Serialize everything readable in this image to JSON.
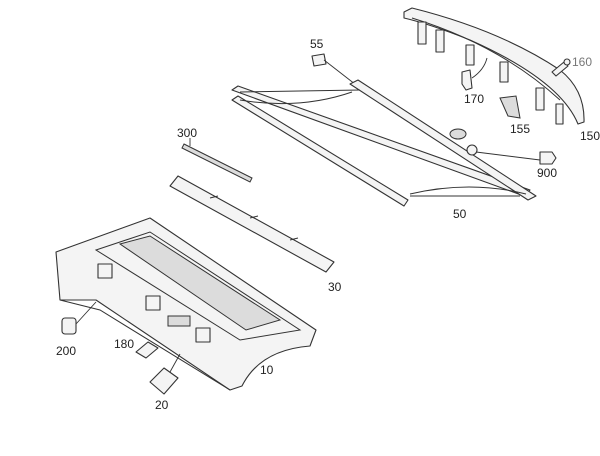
{
  "title": "Rear parcel shelf exploded parts diagram",
  "colors": {
    "line": "#333333",
    "label": "#222222",
    "label_muted": "#777777"
  },
  "labels": {
    "p55": "55",
    "p160": "160",
    "p170": "170",
    "p155": "155",
    "p150": "150",
    "p300": "300",
    "p900": "900",
    "p50": "50",
    "p30": "30",
    "p200": "200",
    "p180": "180",
    "p10": "10",
    "p20": "20"
  }
}
